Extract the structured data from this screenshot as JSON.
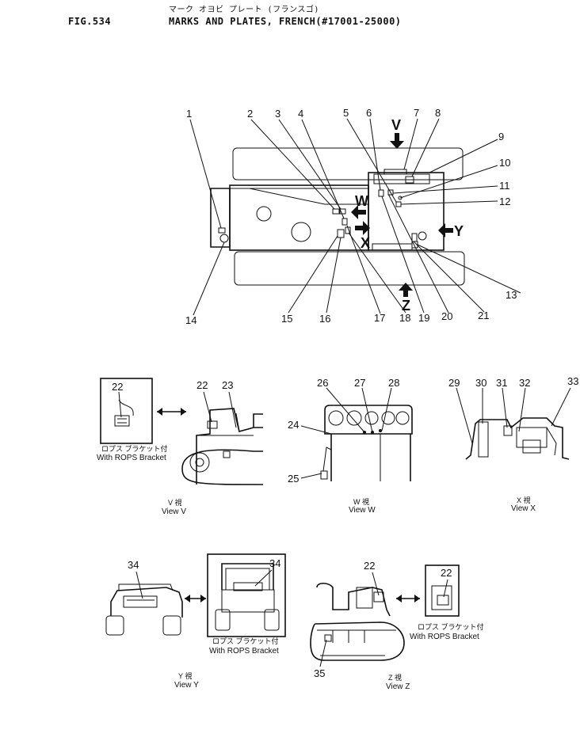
{
  "header": {
    "fig_label": "FIG.534",
    "title_jp": "マーク オヨビ プレート (フランスゴ)",
    "title_en": "MARKS AND PLATES, FRENCH(#17001-25000)"
  },
  "callouts": {
    "c1": "1",
    "c2": "2",
    "c3": "3",
    "c4": "4",
    "c5": "5",
    "c6": "6",
    "c7": "7",
    "c8": "8",
    "c9": "9",
    "c10": "10",
    "c11": "11",
    "c12": "12",
    "c13": "13",
    "c14": "14",
    "c15": "15",
    "c16": "16",
    "c17": "17",
    "c18": "18",
    "c19": "19",
    "c20": "20",
    "c21": "21",
    "c22a": "22",
    "c22b": "22",
    "c23": "23",
    "c24": "24",
    "c25": "25",
    "c26": "26",
    "c27": "27",
    "c28": "28",
    "c29": "29",
    "c30": "30",
    "c31": "31",
    "c32": "32",
    "c33": "33",
    "c34a": "34",
    "c34b": "34",
    "c35": "35",
    "c22c": "22",
    "c22d": "22"
  },
  "view_letters": {
    "v": "V",
    "w": "W",
    "x": "X",
    "y": "Y",
    "z": "Z"
  },
  "captions": {
    "rops_jp": "ロプス ブラケット付",
    "rops_en": "With ROPS Bracket",
    "view_v_jp": "V 視",
    "view_v_en": "View V",
    "view_w_jp": "W 視",
    "view_w_en": "View W",
    "view_x_jp": "X 視",
    "view_x_en": "View X",
    "view_y_jp": "Y 視",
    "view_y_en": "View Y",
    "view_z_jp": "Z 視",
    "view_z_en": "View Z"
  }
}
